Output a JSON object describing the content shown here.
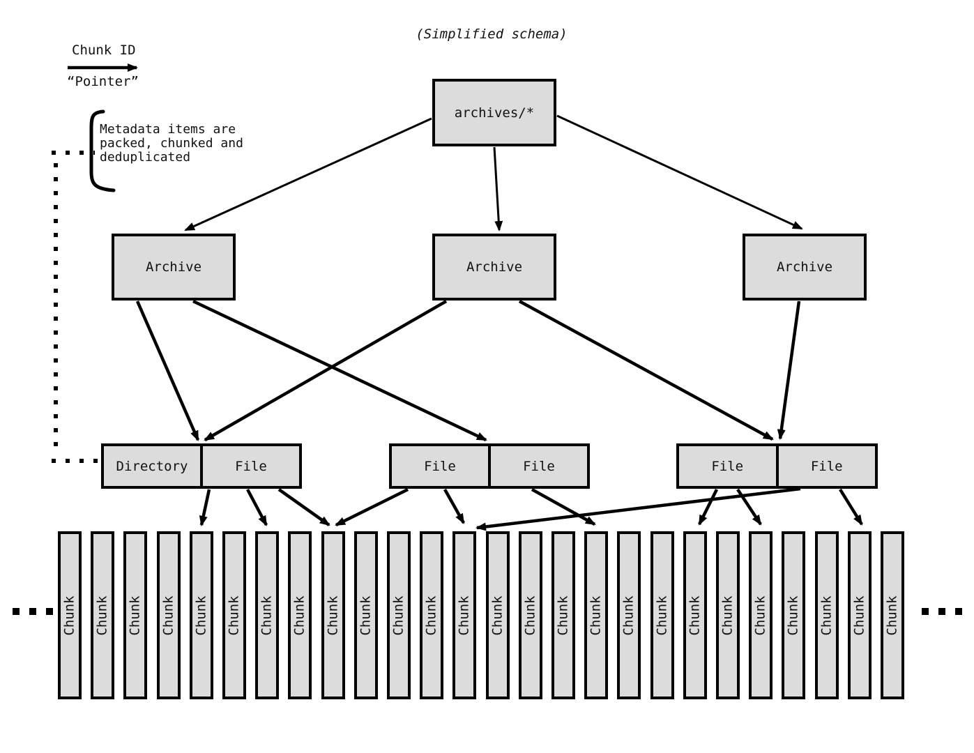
{
  "title": "(Simplified schema)",
  "legend": {
    "arrow_label": "Chunk ID",
    "arrow_caption": "“Pointer”"
  },
  "note": {
    "text": "Metadata items are\npacked, chunked and\ndeduplicated"
  },
  "nodes": {
    "root": {
      "label": "archives/*"
    },
    "archives": [
      {
        "label": "Archive"
      },
      {
        "label": "Archive"
      },
      {
        "label": "Archive"
      }
    ],
    "groups": [
      {
        "cells": [
          {
            "label": "Directory"
          },
          {
            "label": "File"
          }
        ]
      },
      {
        "cells": [
          {
            "label": "File"
          },
          {
            "label": "File"
          }
        ]
      },
      {
        "cells": [
          {
            "label": "File"
          },
          {
            "label": "File"
          }
        ]
      }
    ]
  },
  "chunk_row": {
    "label": "Chunk",
    "count": 26
  },
  "colors": {
    "box_fill": "#dcdcdc",
    "stroke": "#000000",
    "background": "#ffffff"
  }
}
